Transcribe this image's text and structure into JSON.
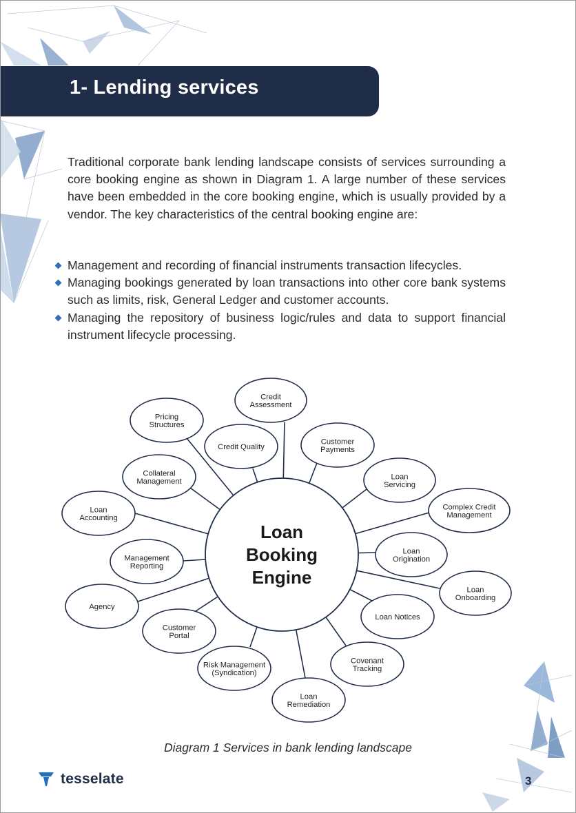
{
  "title": "1- Lending services",
  "intro": "Traditional corporate bank lending landscape consists of services surrounding a core booking engine as shown in Diagram 1. A large number of these services have been embedded in the core booking engine, which is usually provided by a vendor. The key characteristics of the central booking engine are:",
  "bullets": [
    "Management and recording of financial instruments transaction lifecycles.",
    "Managing bookings generated by loan transactions into other core bank systems such as limits, risk, General Ledger and customer accounts.",
    "Managing the repository of business logic/rules and data to support financial instrument lifecycle processing."
  ],
  "diagram": {
    "center": [
      "Loan",
      "Booking",
      "Engine"
    ],
    "nodes": [
      [
        "Credit",
        "Assessment"
      ],
      [
        "Pricing",
        "Structures"
      ],
      [
        "Credit Quality"
      ],
      [
        "Customer",
        "Payments"
      ],
      [
        "Collateral",
        "Management"
      ],
      [
        "Loan",
        "Servicing"
      ],
      [
        "Loan",
        "Accounting"
      ],
      [
        "Complex Credit",
        "Management"
      ],
      [
        "Management",
        "Reporting"
      ],
      [
        "Loan",
        "Origination"
      ],
      [
        "Agency"
      ],
      [
        "Loan",
        "Onboarding"
      ],
      [
        "Customer",
        "Portal"
      ],
      [
        "Loan Notices"
      ],
      [
        "Risk Management",
        "(Syndication)"
      ],
      [
        "Covenant",
        "Tracking"
      ],
      [
        "Loan",
        "Remediation"
      ]
    ]
  },
  "caption": "Diagram 1 Services in bank lending landscape",
  "footer": {
    "brand": "tesselate",
    "page_number": "3"
  },
  "colors": {
    "title_bar": "#1f2d48",
    "bullet": "#2f6fb6",
    "node_stroke": "#1f2d48",
    "decoration": "#8fb0d6"
  }
}
